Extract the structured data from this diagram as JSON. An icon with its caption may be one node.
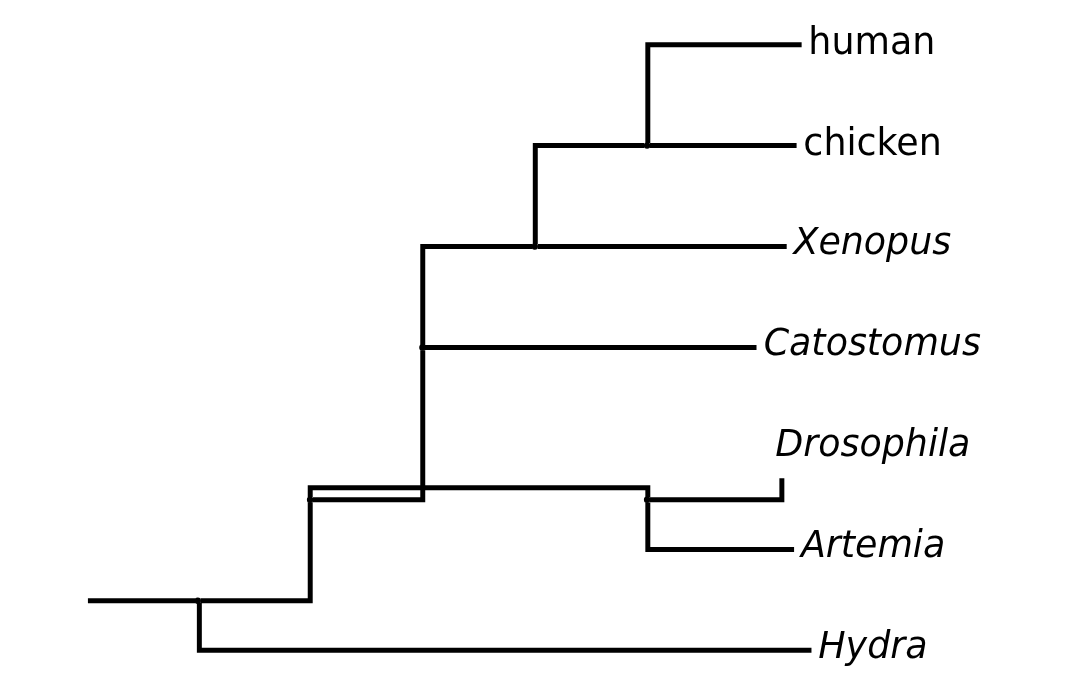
{
  "diagram": {
    "nodes": [
      {
        "text": [
          "human"
        ]
      },
      {
        "text": [
          "chicken"
        ]
      },
      {
        "text": [
          "Xenopus"
        ]
      },
      {
        "text": [
          "Catostomus"
        ]
      },
      {
        "text": [
          "Drosophila"
        ]
      },
      {
        "text": [
          "Artemia"
        ]
      },
      {
        "text": [
          "Hydra"
        ]
      },
      {
        "text": [],
        "shape": "point"
      },
      {
        "text": [],
        "shape": "point"
      },
      {
        "text": [],
        "shape": "point"
      },
      {
        "text": [],
        "shape": "point"
      },
      {
        "text": [],
        "shape": "point"
      },
      {
        "text": [],
        "shape": "point"
      }
    ],
    "edges": [
      {
        "from": null,
        "to": 7,
        "arrow": "none"
      },
      {
        "from": 7,
        "to": 8,
        "arrow": "none"
      },
      {
        "from": 8,
        "to": 10,
        "arrow": "none"
      },
      {
        "from": 10,
        "to": 11,
        "arrow": "none"
      },
      {
        "from": 11,
        "to": 12,
        "arrow": "none"
      },
      {
        "from": 12,
        "to": 0,
        "arrow": "none"
      },
      {
        "from": 12,
        "to": 1,
        "arrow": "none"
      },
      {
        "from": 11,
        "to": 2,
        "arrow": "none"
      },
      {
        "from": 10,
        "to": 3,
        "arrow": "none"
      },
      {
        "from": 8,
        "to": 9,
        "arrow": "none"
      },
      {
        "from": 9,
        "to": 4,
        "arrow": "none"
      },
      {
        "from": 9,
        "to": 5,
        "arrow": "none"
      },
      {
        "from": 7,
        "to": 6,
        "arrow": "none"
      }
    ]
  }
}
